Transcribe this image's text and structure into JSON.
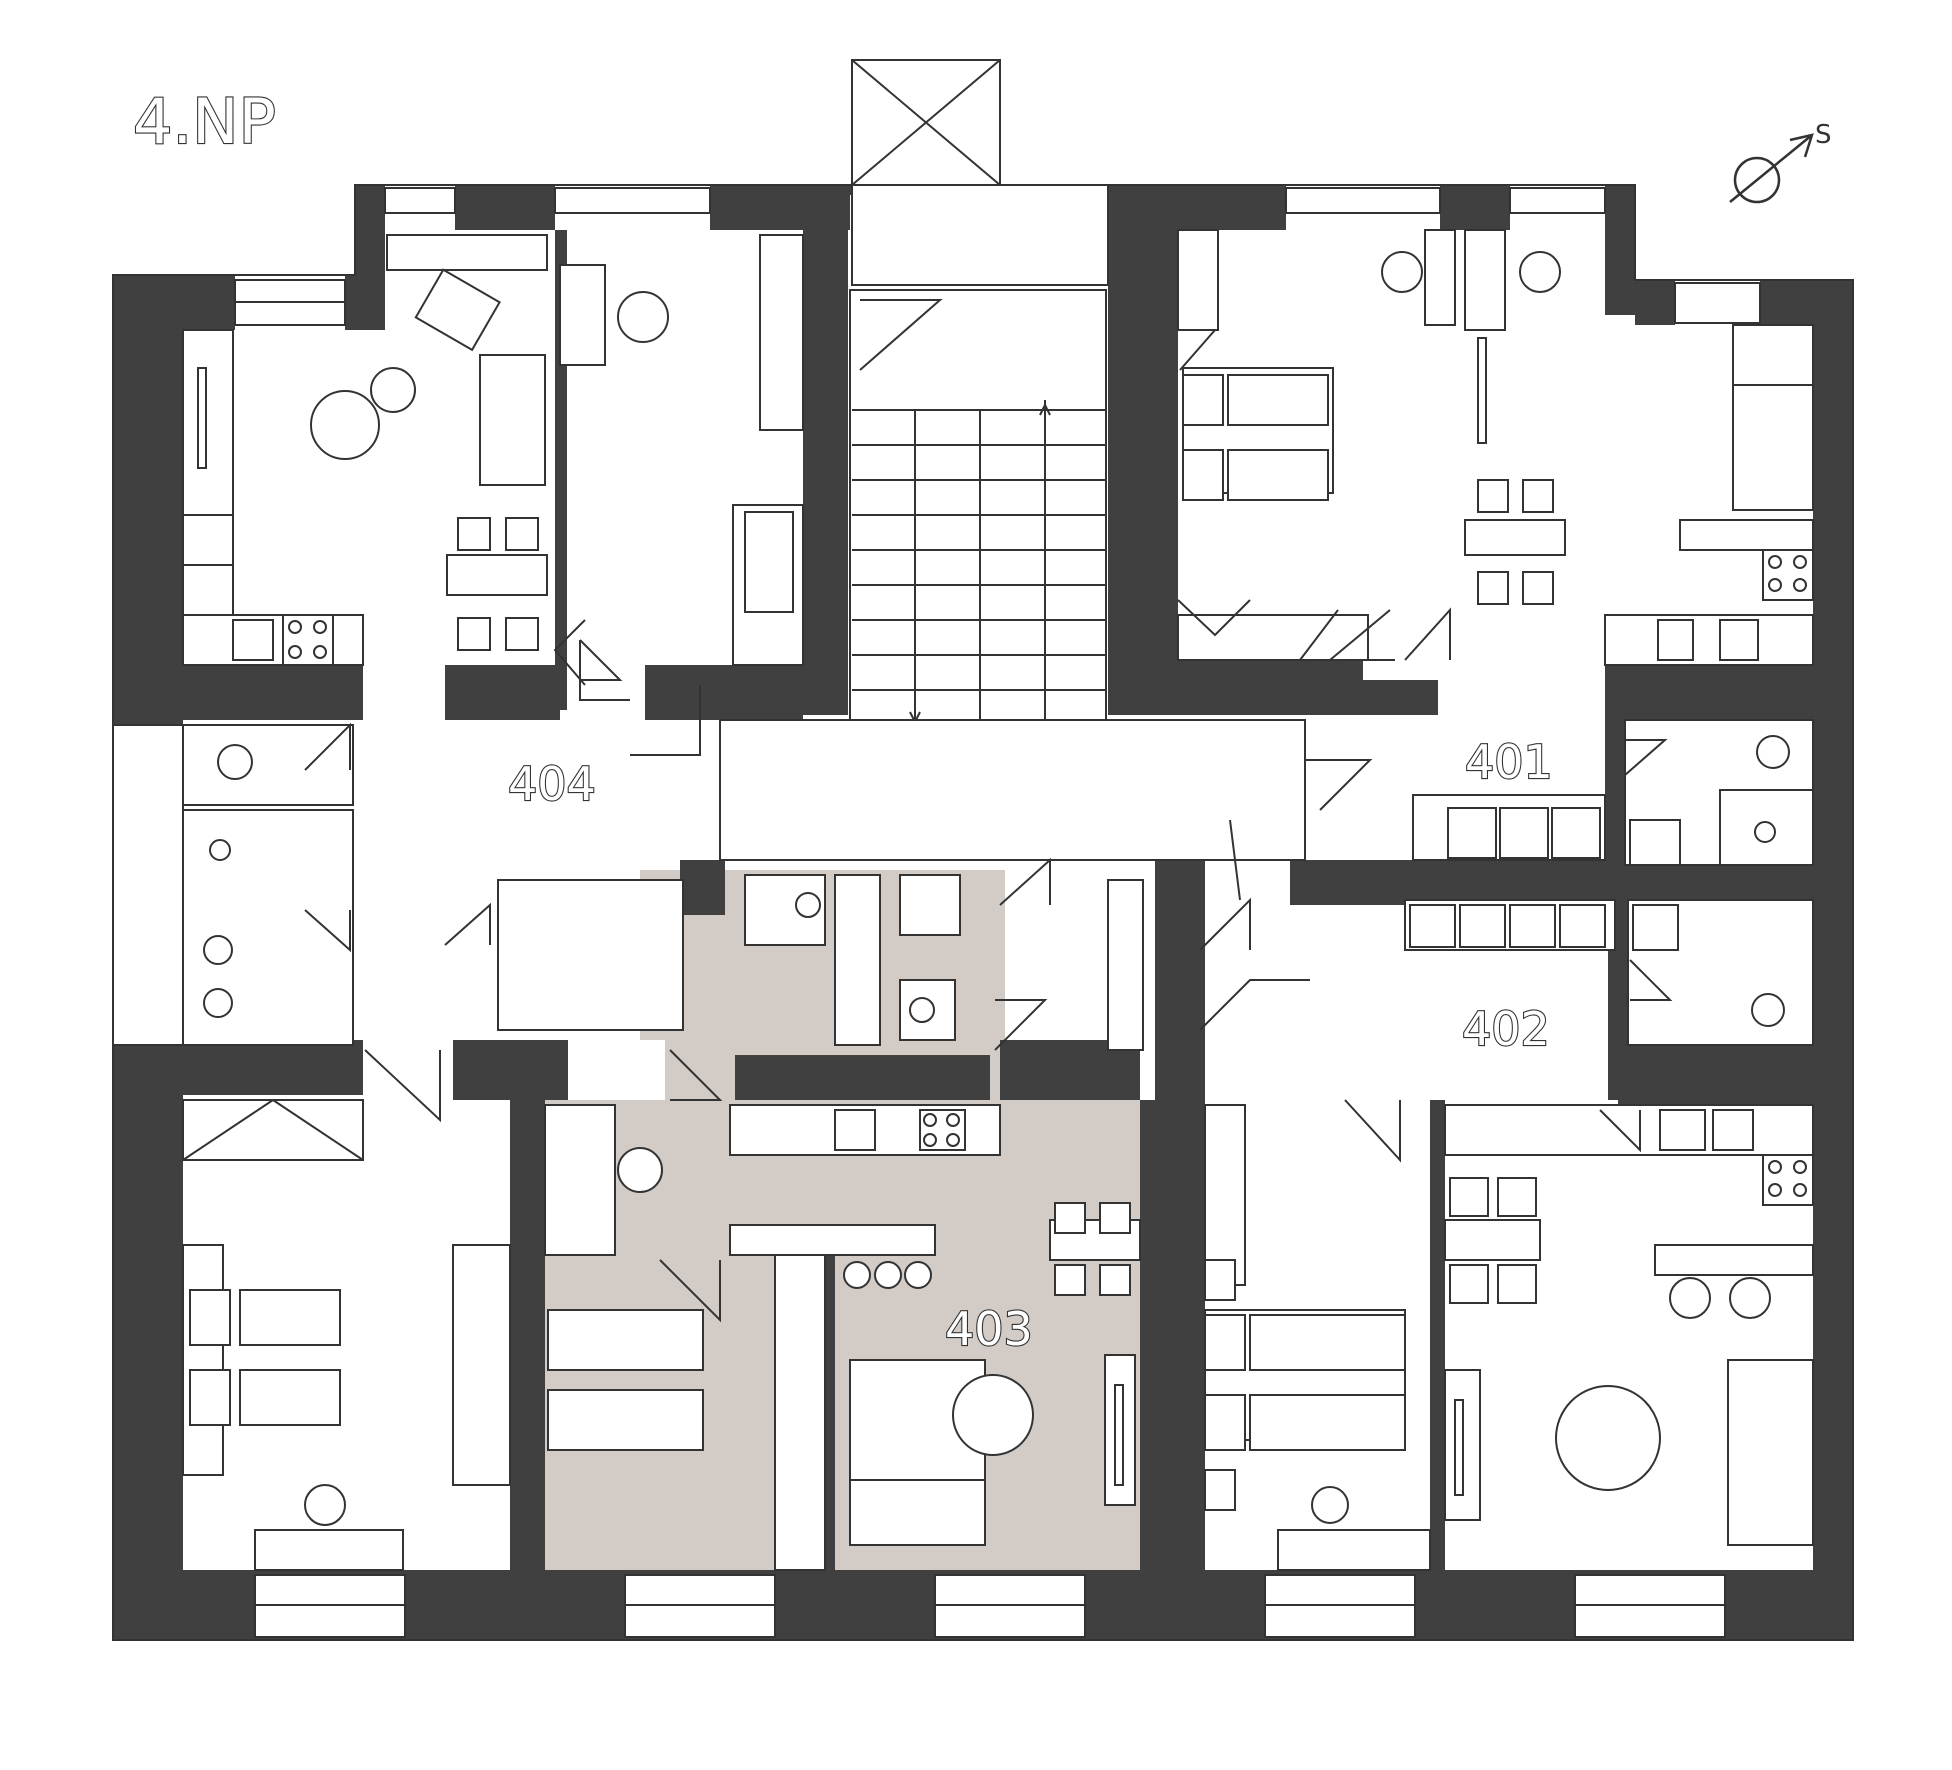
{
  "floor_label": "4.NP",
  "compass": {
    "label": "S",
    "icon": "north-arrow-icon"
  },
  "units": [
    {
      "id": "401",
      "label": "401",
      "highlighted": false
    },
    {
      "id": "402",
      "label": "402",
      "highlighted": false
    },
    {
      "id": "403",
      "label": "403",
      "highlighted": true
    },
    {
      "id": "404",
      "label": "404",
      "highlighted": false
    }
  ],
  "colors": {
    "wall": "#404040",
    "line": "#333333",
    "highlight": "#d3ccc6",
    "background": "#ffffff"
  }
}
